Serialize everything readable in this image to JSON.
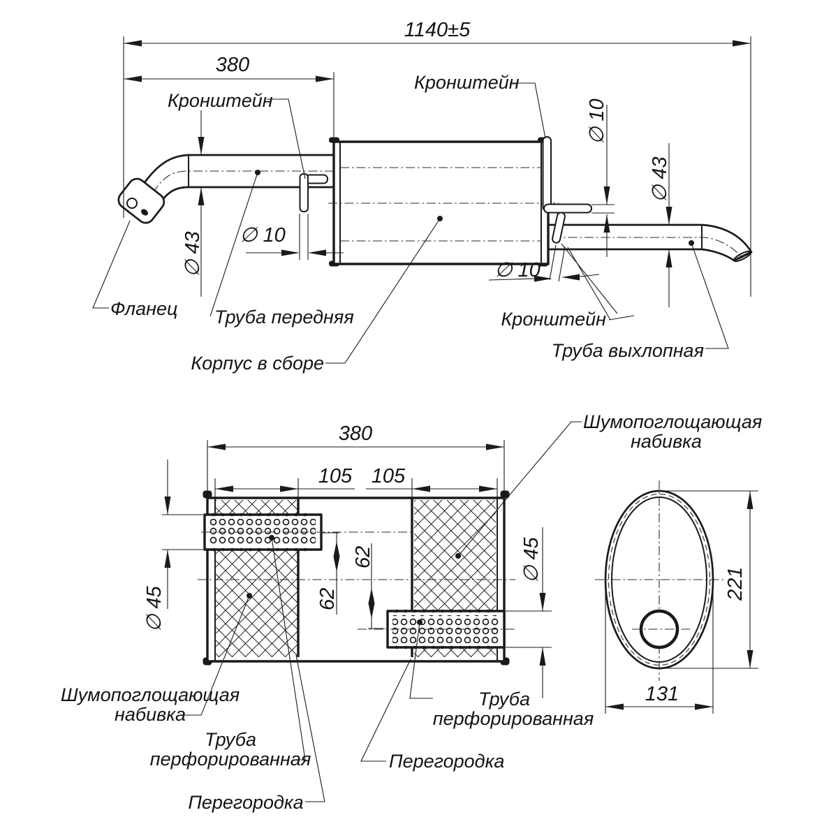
{
  "colors": {
    "ink": "#1a1a1a",
    "background": "#ffffff"
  },
  "drawing": {
    "top_view": {
      "dim_overall": "1140±5",
      "dim_front_pipe_len": "380",
      "dim_front_pipe_dia": "∅ 43",
      "dim_front_bracket_dia": "∅ 10",
      "dim_rear_bracket_dia": "∅ 10",
      "dim_rear_pipe_dia": "∅ 43",
      "dim_rear_hanger_dia": "∅ 10",
      "label_front_bracket": "Кронштейн",
      "label_rear_bracket_top": "Кронштейн",
      "label_rear_bracket_bottom": "Кронштейн",
      "label_flange": "Фланец",
      "label_front_pipe": "Труба передняя",
      "label_body_assembly": "Корпус в сборе",
      "label_exhaust_pipe": "Труба выхлопная"
    },
    "section_view": {
      "dim_body_len": "380",
      "dim_chamber_left": "105",
      "dim_chamber_right": "105",
      "dim_offset_upper": "62",
      "dim_offset_lower": "62",
      "dim_pipe_dia_left": "∅ 45",
      "dim_pipe_dia_right": "∅ 45",
      "label_stuffing_right_1": "Шумопоглощающая",
      "label_stuffing_right_2": "набивка",
      "label_stuffing_left_1": "Шумопоглощающая",
      "label_stuffing_left_2": "набивка",
      "label_perf_pipe_left_1": "Труба",
      "label_perf_pipe_left_2": "перфорированная",
      "label_perf_pipe_right_1": "Труба",
      "label_perf_pipe_right_2": "перфорированная",
      "label_baffle_bottom": "Перегородка",
      "label_baffle_right": "Перегородка"
    },
    "end_view": {
      "dim_height": "221",
      "dim_width": "131"
    }
  }
}
